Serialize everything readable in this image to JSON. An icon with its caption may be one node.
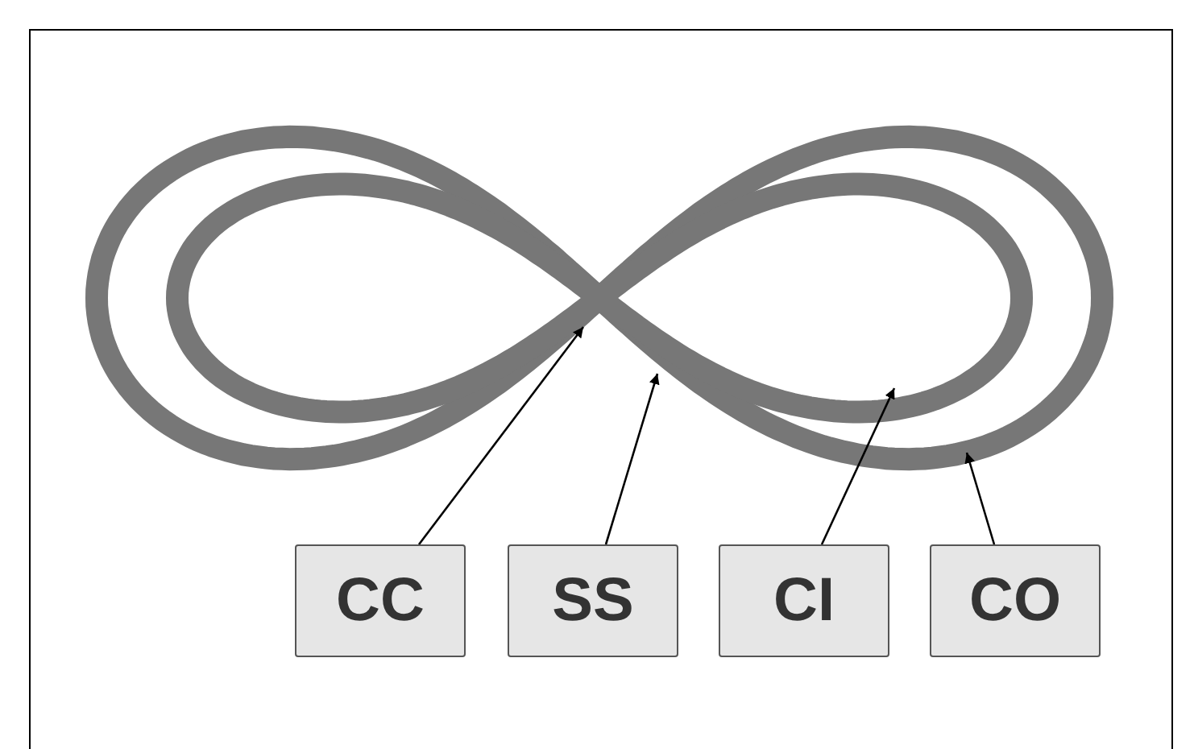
{
  "diagram": {
    "nodes": [
      {
        "text": [
          "CC"
        ]
      },
      {
        "text": [
          "SS"
        ]
      },
      {
        "text": [
          "CI"
        ]
      },
      {
        "text": [
          "CO"
        ]
      }
    ],
    "edges": [
      {
        "from": 0,
        "to": null,
        "arrow": "to"
      },
      {
        "from": 1,
        "to": null,
        "arrow": "to"
      },
      {
        "from": 2,
        "to": null,
        "arrow": "to"
      },
      {
        "from": 3,
        "to": null,
        "arrow": "to"
      }
    ]
  }
}
